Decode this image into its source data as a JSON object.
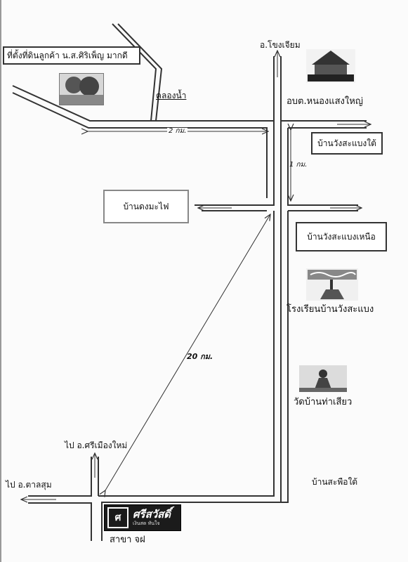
{
  "labels": {
    "land_site": "ที่ตั้งที่ดินลูกค้า น.ส.ศิริเพ็ญ มากดี",
    "canal": "คลองน้ำ",
    "distance_2km": "2 กม.",
    "distance_1km": "1 กม.",
    "distance_20km": "20 กม.",
    "to_chong_chiam": "อ.โขงเจียม",
    "sao_nong_saeng_yai": "อบต.หนองแสงใหญ่",
    "ban_wang_sabaeng_tai": "บ้านวังสะแบงใต้",
    "ban_dong_ma_fai": "บ้านดงมะไฟ",
    "ban_wang_sabaeng_nuea": "บ้านวังสะแบงเหนือ",
    "school": "โรงเรียนบ้านวังสะแบง",
    "temple": "วัดบ้านท่าเสียว",
    "to_si_mueang_mai": "ไป อ.ศรีเมืองใหม่",
    "to_tan_sum": "ไป อ.ตาลสุม",
    "ban_sa_phue_tai": "บ้านสะพือใต้",
    "branch": "สาขา จฝ"
  },
  "logo": {
    "mark": "ศ",
    "name": "ศรีสวัสดิ์",
    "tagline": "เงินสด ทันใจ"
  },
  "colors": {
    "road": "#333333",
    "box_border": "#333333",
    "box_fill": "#ffffff",
    "logo_bg": "#1b1b1b"
  }
}
